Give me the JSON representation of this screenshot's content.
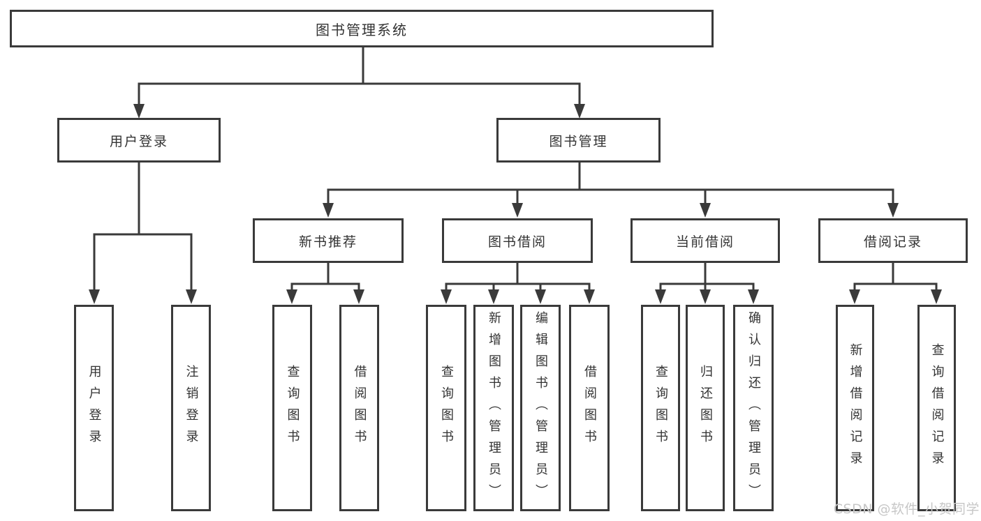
{
  "diagram": {
    "root": {
      "label": "图书管理系统"
    },
    "level2": [
      {
        "label": "用户登录"
      },
      {
        "label": "图书管理"
      }
    ],
    "level3": [
      {
        "label": "新书推荐"
      },
      {
        "label": "图书借阅"
      },
      {
        "label": "当前借阅"
      },
      {
        "label": "借阅记录"
      }
    ],
    "leaves": {
      "user_login": [
        "用户登录",
        "注销登录"
      ],
      "new_books": [
        "查询图书",
        "借阅图书"
      ],
      "book_borrow": [
        "查询图书",
        "新增图书（管理员）",
        "编辑图书（管理员）",
        "借阅图书"
      ],
      "current_borrow": [
        "查询图书",
        "归还图书",
        "确认归还（管理员）"
      ],
      "borrow_records": [
        "新增借阅记录",
        "查询借阅记录"
      ]
    }
  },
  "watermark": "CSDN @软件_小贺同学",
  "colors": {
    "line": "#3a3a3a",
    "text": "#333333",
    "watermark": "#c7c7c7",
    "background": "#ffffff"
  }
}
